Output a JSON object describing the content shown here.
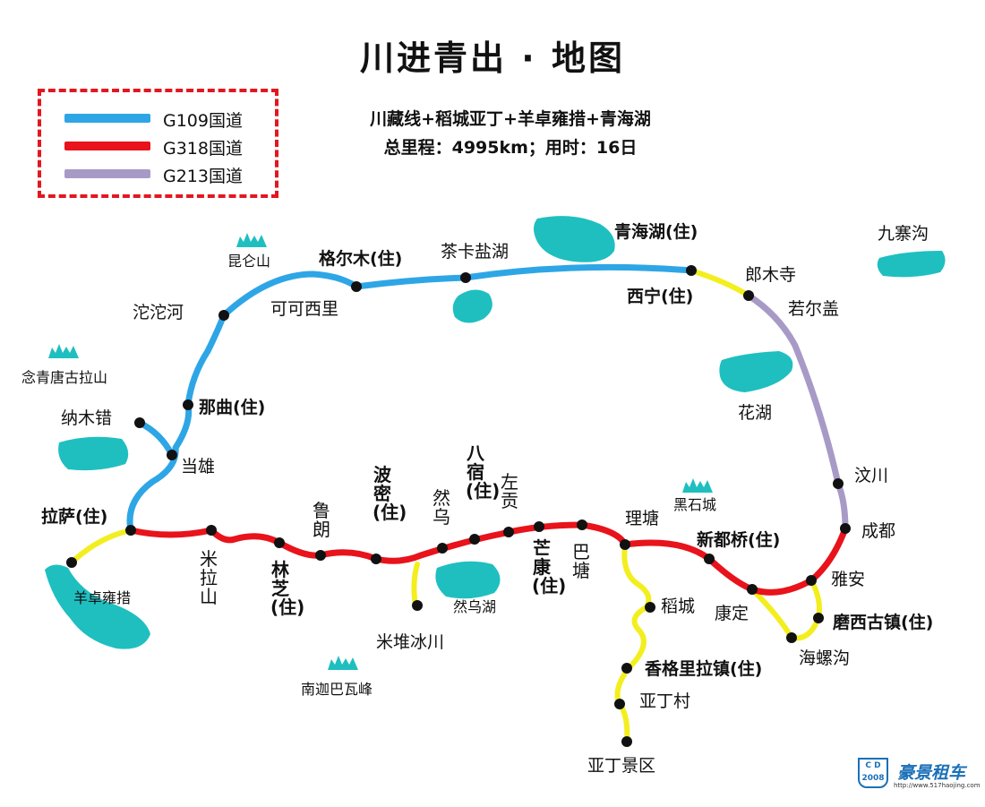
{
  "title": "川进青出 · 地图",
  "subtitle_line1": "川藏线+稻城亚丁+羊卓雍措+青海湖",
  "subtitle_line2": "总里程：4995km；用时：16日",
  "legend": [
    {
      "label": "G109国道",
      "color": "#2ea6e6"
    },
    {
      "label": "G318国道",
      "color": "#e8131b"
    },
    {
      "label": "G213国道",
      "color": "#a89ac6"
    }
  ],
  "colors": {
    "g109": "#2ea6e6",
    "g318": "#e8131b",
    "g213": "#a89ac6",
    "side_route": "#f3ee1f",
    "water": "#1fbfc0",
    "stop_dot": "#111111",
    "legend_border": "#e2171f"
  },
  "places": {
    "lasa": "拉萨(住)",
    "yangzhuo": "羊卓雍措",
    "milashan": "米拉山",
    "linzhi": "林芝(住)",
    "lulang": "鲁朗",
    "bomi": "波密(住)",
    "ranwu": "然乌",
    "basu": "八宿(住)",
    "zuogong": "左贡",
    "mangkang": "芒康(住)",
    "batang": "巴塘",
    "litang": "理塘",
    "xinduqiao": "新都桥(住)",
    "kangding": "康定",
    "yaan": "雅安",
    "moxi": "磨西古镇(住)",
    "hailuogou": "海螺沟",
    "chengdu": "成都",
    "wenchuan": "汶川",
    "ruoergai": "若尔盖",
    "langmusi": "郎木寺",
    "xining": "西宁(住)",
    "qinghaihu": "青海湖(住)",
    "chaka": "茶卡盐湖",
    "geermu": "格尔木(住)",
    "kekexili": "可可西里",
    "tuotuohe": "沱沱河",
    "naqu": "那曲(住)",
    "dangxiong": "当雄",
    "namucuo": "纳木错",
    "daocheng": "稻城",
    "xianggelila": "香格里拉镇(住)",
    "yadingcun": "亚丁村",
    "yadingjingqu": "亚丁景区",
    "midui": "米堆冰川",
    "ranwuhu": "然乌湖",
    "huahu": "花湖",
    "jiuzhaigou": "九寨沟",
    "heishicheng": "黑石城",
    "nanjiabawa": "南迦巴瓦峰",
    "kunlunshan": "昆仑山",
    "nianqing": "念青唐古拉山"
  },
  "brand": {
    "name": "豪景租车",
    "badge_top": "C D",
    "badge_year": "2008",
    "url": "http://www.517haojing.com"
  }
}
